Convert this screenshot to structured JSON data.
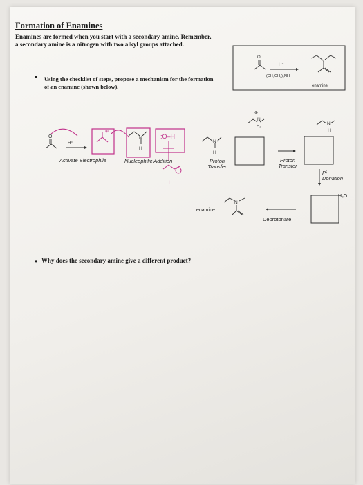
{
  "document": {
    "title": "Formation of Enamines",
    "intro": "Enamines are formed when you start with a secondary amine. Remember, a secondary amine is a nitrogen with two alkyl groups attached.",
    "bullet_symbol": "•",
    "step1": "Using the checklist of steps, propose a mechanism for the formation of an enamine (shown below).",
    "question": "Why does the secondary amine give a different product?"
  },
  "reaction_box": {
    "reagent_top": "H⁺",
    "reagent_bottom": "(CH₃CH₂)₂NH",
    "product_label": "enamine"
  },
  "mechanism": {
    "reagent_h": "H⁺",
    "labels": {
      "activate": "Activate Electrophile",
      "nucleophilic": "Nucleophilic Addition",
      "proton_transfer_1": "Proton Transfer",
      "proton_transfer_2": "Proton Transfer",
      "pi_donation": "Pi Donation",
      "deprotonate": "Deprotonate",
      "enamine": "enamine",
      "water": "H₂O"
    },
    "atoms": {
      "n": "N",
      "h": "H",
      "h2": "H₂",
      "o": "O",
      "plus": "⊕"
    }
  }
}
